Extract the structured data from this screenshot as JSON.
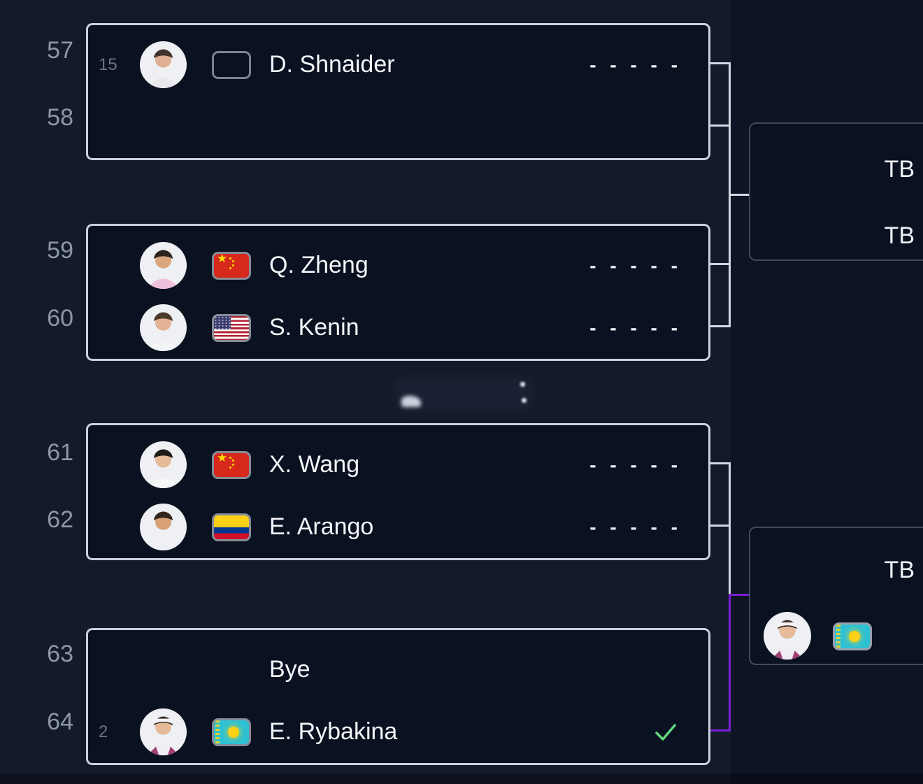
{
  "view": {
    "left_numbers": [
      "57",
      "58",
      "59",
      "60",
      "61",
      "62",
      "63",
      "64"
    ]
  },
  "matches": [
    {
      "name": "match-57-58",
      "rows": [
        {
          "seed": "15",
          "player": "D. Shnaider",
          "flag": "empty",
          "score": "- - - - -"
        },
        {
          "empty": true
        }
      ]
    },
    {
      "name": "match-59-60",
      "rows": [
        {
          "player": "Q. Zheng",
          "flag": "china",
          "score": "- - - - -"
        },
        {
          "player": "S. Kenin",
          "flag": "usa",
          "score": "- - - - -"
        }
      ]
    },
    {
      "name": "match-61-62",
      "rows": [
        {
          "player": "X. Wang",
          "flag": "china",
          "score": "- - - - -"
        },
        {
          "player": "E. Arango",
          "flag": "colombia",
          "score": "- - - - -"
        }
      ]
    },
    {
      "name": "match-63-64",
      "rows": [
        {
          "player": "Bye"
        },
        {
          "seed": "2",
          "player": "E. Rybakina",
          "flag": "kazakhstan",
          "winner": true
        }
      ]
    }
  ],
  "next_round": [
    {
      "name": "qualifier-upper",
      "slots": [
        "TB",
        "TB"
      ]
    },
    {
      "name": "qualifier-lower",
      "slots": [
        "TB"
      ],
      "winner_preview": {
        "flag": "kazakhstan"
      }
    }
  ],
  "icons": {
    "winner_check": "check"
  },
  "colors": {
    "background": "#131b2b",
    "round2_background": "#0d1423",
    "card_background": "#0a1120",
    "card_border": "#cbd1dc",
    "round2_card_border": "#3f4a5c",
    "connector": "#d3d8e1",
    "winner_connector": "#7a1fd2",
    "number_text": "#8d97a9",
    "seed_text": "#6b7486",
    "player_text": "#f4f6f9",
    "score_text": "#e9edf3",
    "tb_text": "#eef1f6",
    "check_green": "#5fd97f"
  }
}
